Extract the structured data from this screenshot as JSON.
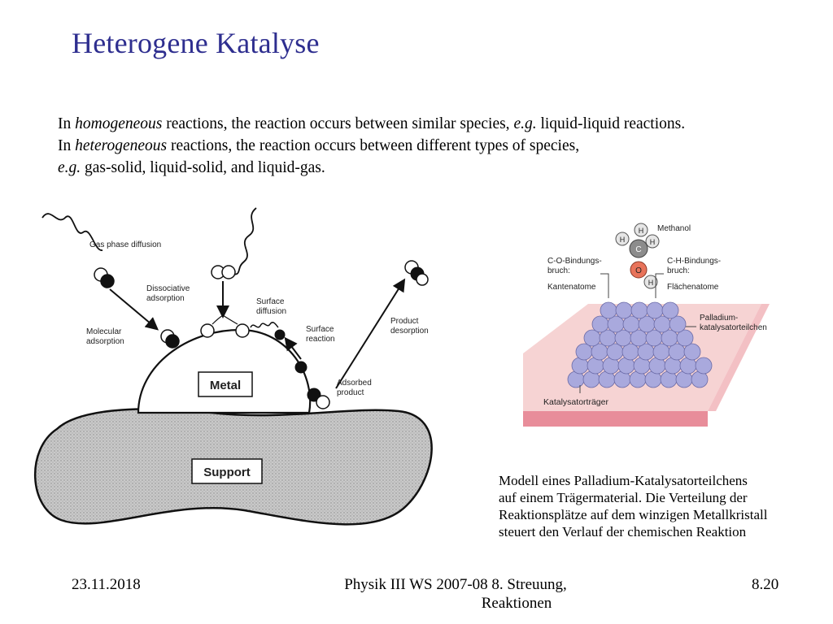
{
  "title": "Heterogene Katalyse",
  "intro": {
    "line1": {
      "a": "In ",
      "em1": "homogeneous",
      "b": " reactions, the reaction occurs between similar species, ",
      "em2": "e.g.",
      "c": " liquid-liquid reactions."
    },
    "line2": {
      "a": "In ",
      "em1": "heterogeneous",
      "b": " reactions, the reaction occurs between different types of species,"
    },
    "line3": {
      "em1": "e.g.",
      "a": " gas-solid, liquid-solid, and liquid-gas."
    }
  },
  "left_figure": {
    "labels": {
      "gas_phase_diffusion": "Gas phase diffusion",
      "dissociative_1": "Dissociative",
      "dissociative_2": "adsorption",
      "molecular_1": "Molecular",
      "molecular_2": "adsorption",
      "surface_diffusion_1": "Surface",
      "surface_diffusion_2": "diffusion",
      "surface_reaction_1": "Surface",
      "surface_reaction_2": "reaction",
      "product_1": "Product",
      "product_2": "desorption",
      "adsorbed_1": "Adsorbed",
      "adsorbed_2": "product",
      "metal": "Metal",
      "support": "Support"
    }
  },
  "right_figure": {
    "labels": {
      "methanol": "Methanol",
      "co_1": "C-O-Bindungs-",
      "co_2": "bruch:",
      "co_3": "Kantenatome",
      "ch_1": "C-H-Bindungs-",
      "ch_2": "bruch:",
      "ch_3": "Flächenatome",
      "pd_1": "Palladium-",
      "pd_2": "katalysatorteilchen",
      "traeger": "Katalysatorträger",
      "atom_h": "H",
      "atom_c": "C",
      "atom_o": "O"
    },
    "colors": {
      "atom": "#a9a9dd",
      "support_surface": "#f6d3d3",
      "support_edge": "#e88d9a",
      "oxygen": "#e8735a"
    }
  },
  "caption": {
    "line1": "Modell eines Palladium-Katalysatorteilchens",
    "line2": "auf einem Trägermaterial. Die Verteilung der",
    "line3": "Reaktionsplätze auf dem winzigen Metallkristall",
    "line4": "steuert den Verlauf der chemischen Reaktion"
  },
  "footer": {
    "date": "23.11.2018",
    "center_line1": "Physik III WS 2007-08 8. Streuung,",
    "center_line2": "Reaktionen",
    "page": "8.20"
  }
}
